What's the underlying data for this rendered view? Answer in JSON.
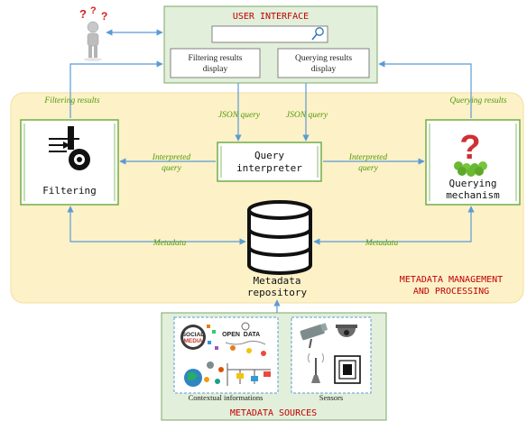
{
  "ui": {
    "title": "USER INTERFACE",
    "filtering_display": [
      "Filtering results",
      "display"
    ],
    "querying_display": [
      "Querying results",
      "display"
    ]
  },
  "management": {
    "title": [
      "METADATA MANAGEMENT",
      "AND PROCESSING"
    ]
  },
  "filtering": {
    "label": "Filtering"
  },
  "query_interpreter": {
    "label": [
      "Query",
      "interpreter"
    ]
  },
  "querying": {
    "label": [
      "Querying",
      "mechanism"
    ]
  },
  "repository": {
    "label": [
      "Metadata",
      "repository"
    ]
  },
  "edges": {
    "filtering_results": "Filtering results",
    "querying_results": "Querying results",
    "json_query_left": "JSON query",
    "json_query_right": "JSON query",
    "interpreted_left": [
      "Interpreted",
      "query"
    ],
    "interpreted_right": [
      "Interpreted",
      "query"
    ],
    "metadata_left": "Metadata",
    "metadata_right": "Metadata"
  },
  "sources": {
    "title": "METADATA SOURCES",
    "contextual_caption": "Contextual informations",
    "sensors_caption": "Sensors",
    "collage_words": [
      "SOCIAL",
      "MEDIA",
      "OPEN",
      "DATA"
    ]
  },
  "colors": {
    "ui_fill": "#e2efda",
    "ui_border": "#7aa86a",
    "mgmt_fill": "#fdf1c8",
    "arrow": "#5a9bd5",
    "edge_text": "#4e9a06",
    "title_text": "#c00000",
    "panel_border": "#70ad47"
  },
  "icons": {
    "user": "confused-user-icon",
    "search": "search-icon",
    "filter": "filter-gear-icon",
    "question": "question-mark-icon",
    "database": "database-icon"
  }
}
